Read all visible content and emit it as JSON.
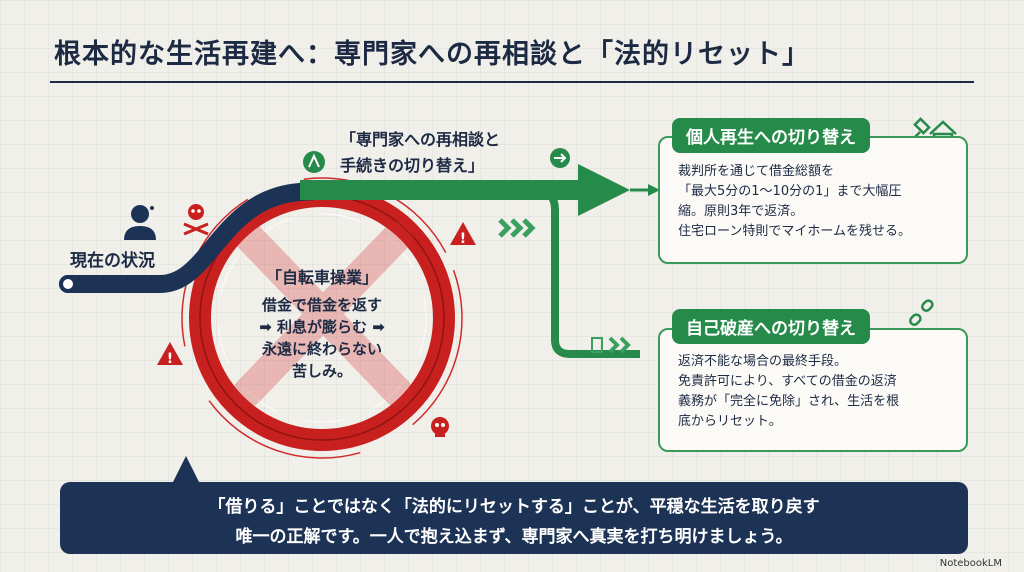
{
  "title": "根本的な生活再建へ：専門家への再相談と「法的リセット」",
  "current_status_label": "現在の状況",
  "switch_label": {
    "line1": "「専門家への再相談と",
    "line2": "手続きの切り替え」"
  },
  "vicious_cycle": {
    "title": "「自転車操業」",
    "lines": [
      "借金で借金を返す",
      "➡ 利息が膨らむ ➡",
      "永遠に終わらない",
      "苦しみ。"
    ]
  },
  "options": [
    {
      "title": "個人再生への切り替え",
      "lines": [
        "裁判所を通じて借金総額を",
        "「最大5分の1〜10分の1」まで大幅圧",
        "縮。原則3年で返済。",
        "住宅ローン特則でマイホームを残せる。"
      ],
      "icons": [
        "gavel-icon",
        "house-icon"
      ]
    },
    {
      "title": "自己破産への切り替え",
      "lines": [
        "返済不能な場合の最終手段。",
        "免責許可により、すべての借金の返済",
        "義務が「完全に免除」され、生活を根",
        "底からリセット。"
      ],
      "icons": [
        "broken-chain-icon"
      ]
    }
  ],
  "conclusion": {
    "line1": "「借りる」ことではなく「法的にリセットする」ことが、平穏な生活を取り戻す",
    "line2": "唯一の正解です。一人で抱え込まず、専門家へ真実を打ち明けましょう。"
  },
  "brand": "NotebookLM",
  "colors": {
    "navy": "#1d3356",
    "green": "#268b4a",
    "red": "#d12a2a"
  }
}
